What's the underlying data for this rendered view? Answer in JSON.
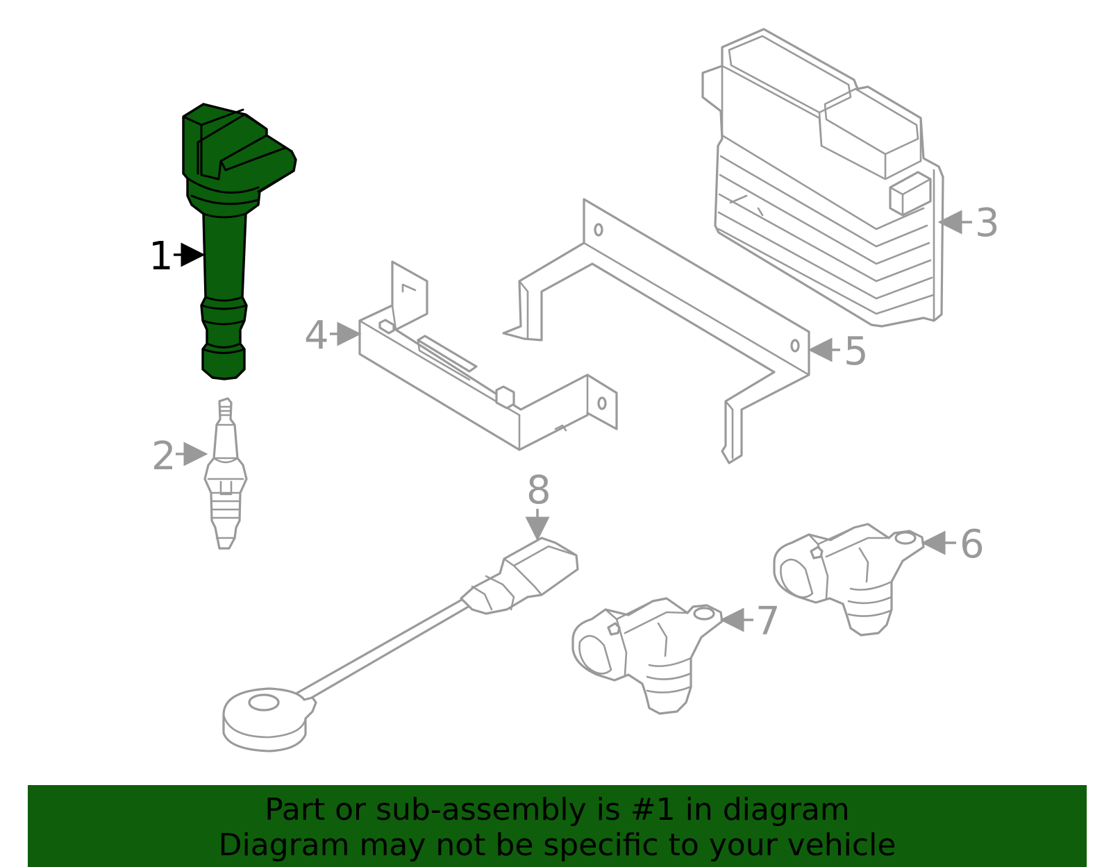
{
  "colors": {
    "highlight": "#0b5e0b",
    "banner": "#0f5e0b",
    "line_grey": "#9a9a9a",
    "callout_grey": "#999999",
    "callout_dark": "#000000"
  },
  "callouts": {
    "c1": "1",
    "c2": "2",
    "c3": "3",
    "c4": "4",
    "c5": "5",
    "c6": "6",
    "c7": "7",
    "c8": "8"
  },
  "banner": {
    "line1": "Part or sub-assembly is #1 in diagram",
    "line2": "Diagram may not be specific to your vehicle"
  }
}
